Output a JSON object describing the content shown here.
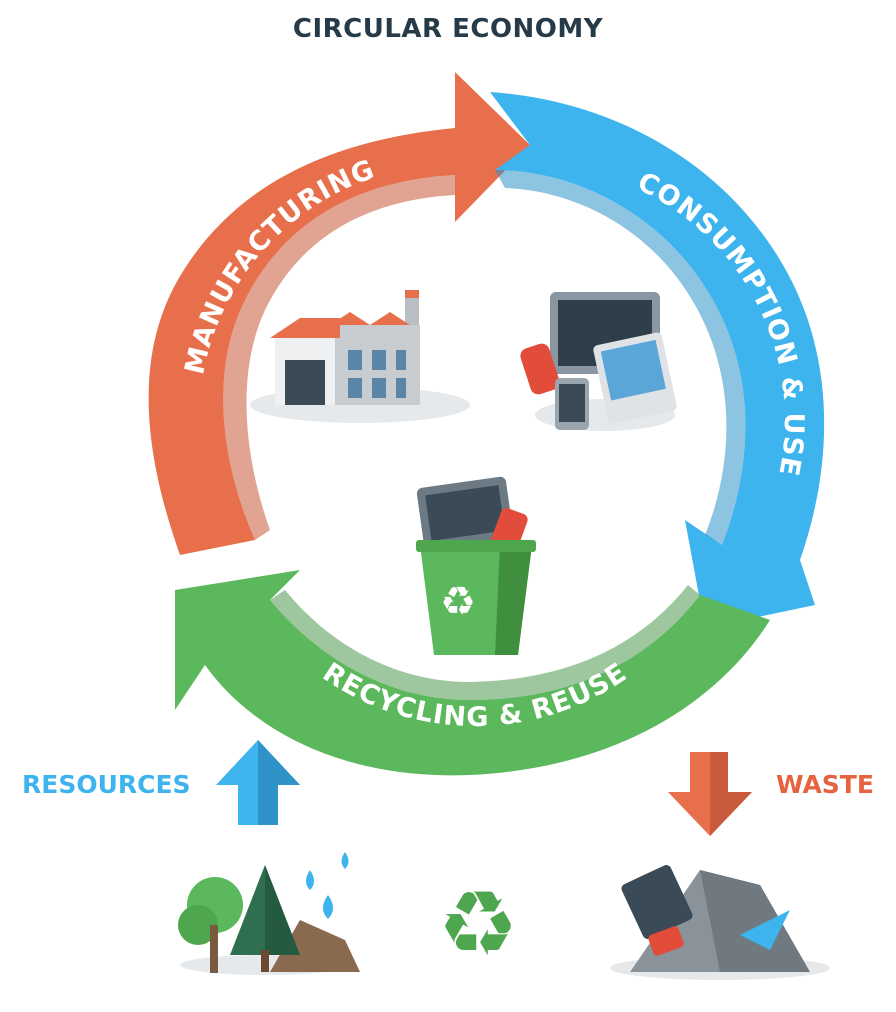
{
  "title": "CIRCULAR ECONOMY",
  "stages": {
    "manufacturing": "MANUFACTURING",
    "consumption": "CONSUMPTION & USE",
    "recycling": "RECYCLING & REUSE"
  },
  "inputs": {
    "resources": "RESOURCES",
    "waste": "WASTE"
  },
  "colors": {
    "manufacturing": "#e86f4b",
    "consumption": "#3db4ee",
    "recycling": "#5cb85c",
    "title": "#263b47"
  }
}
